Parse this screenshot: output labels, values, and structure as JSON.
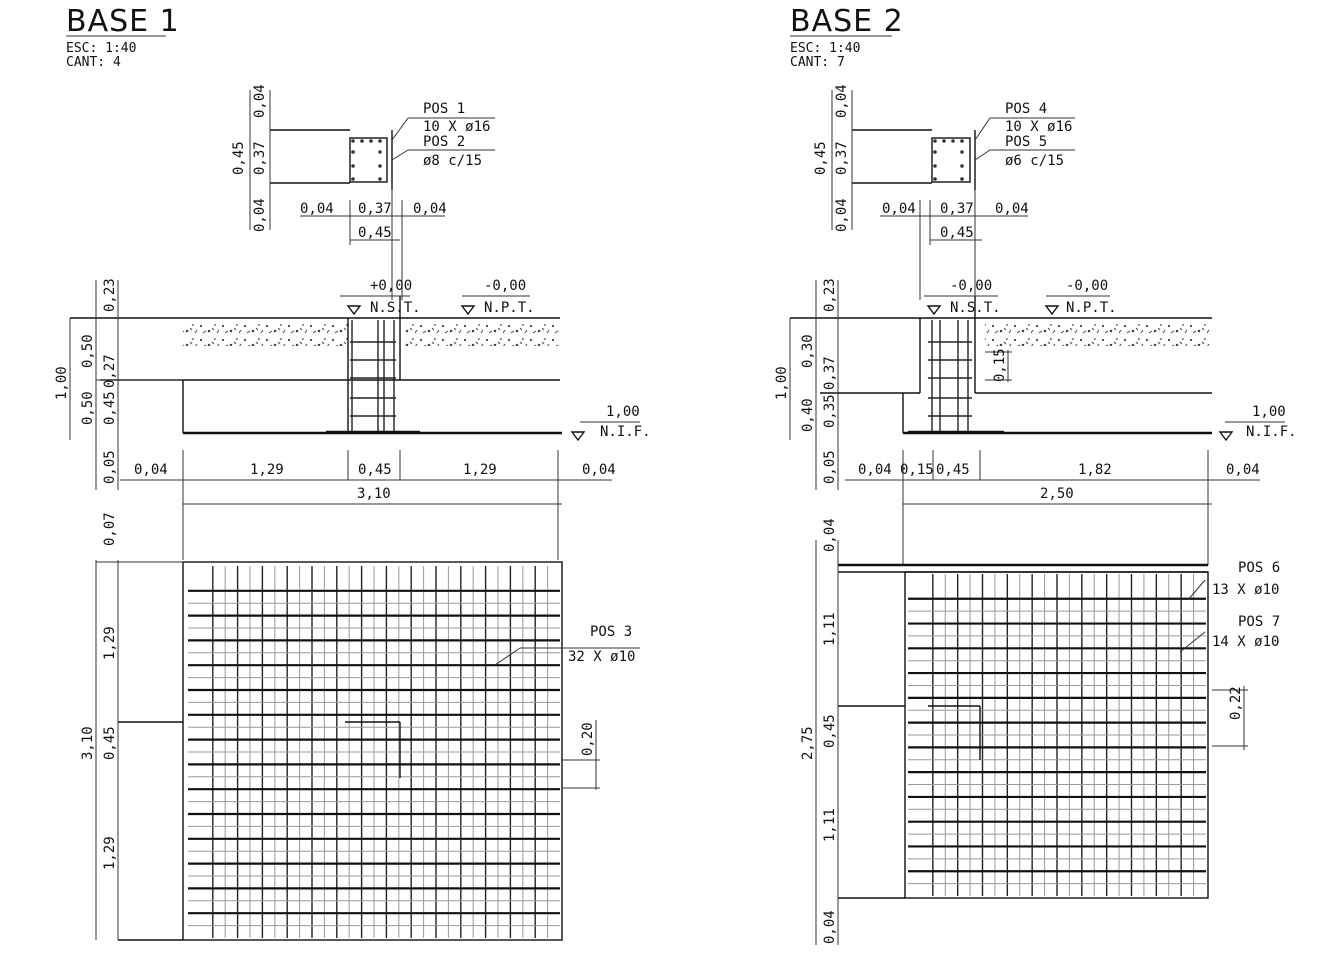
{
  "base1": {
    "title": "BASE 1",
    "esc": "ESC: 1:40",
    "cant": "CANT: 4",
    "column": {
      "pos1_label": "POS 1",
      "pos1_bars": "10 X ø16",
      "pos2_label": "POS 2",
      "pos2_bars": "ø8 c/15",
      "left_outer": "0,45",
      "left_inner": "0,37",
      "top_cover": "0,04",
      "bot_cover": "0,04",
      "w_left": "0,04",
      "w_mid": "0,37",
      "w_right": "0,04",
      "w_total": "0,45"
    },
    "section": {
      "nst_value": "+0,00",
      "nst_label": "N.S.T.",
      "npt_value": "-0,00",
      "npt_label": "N.P.T.",
      "nif_value": "1,00",
      "nif_label": "N.I.F.",
      "v_023": "0,23",
      "v_050": "0,50",
      "v_027": "0,27",
      "v_total": "1,00",
      "v_050b": "0,50",
      "v_045": "0,45",
      "v_005": "0,05",
      "h_004a": "0,04",
      "h_129a": "1,29",
      "h_045": "0,45",
      "h_129b": "1,29",
      "h_004b": "0,04",
      "h_total": "3,10"
    },
    "plan": {
      "v_007": "0,07",
      "v_129a": "1,29",
      "v_total": "3,10",
      "v_045": "0,45",
      "v_129b": "1,29",
      "pos3_label": "POS 3",
      "pos3_bars": "32 X ø10",
      "dim_020": "0,20"
    }
  },
  "base2": {
    "title": "BASE 2",
    "esc": "ESC: 1:40",
    "cant": "CANT: 7",
    "column": {
      "pos4_label": "POS 4",
      "pos4_bars": "10 X ø16",
      "pos5_label": "POS 5",
      "pos5_bars": "ø6 c/15",
      "left_outer": "0,45",
      "left_inner": "0,37",
      "top_cover": "0,04",
      "bot_cover": "0,04",
      "w_left": "0,04",
      "w_mid": "0,37",
      "w_right": "0,04",
      "w_total": "0,45"
    },
    "section": {
      "nst_value": "-0,00",
      "nst_label": "N.S.T.",
      "npt_value": "-0,00",
      "npt_label": "N.P.T.",
      "nif_value": "1,00",
      "nif_label": "N.I.F.",
      "v_023": "0,23",
      "v_030": "0,30",
      "v_037": "0,37",
      "v_total": "1,00",
      "v_040": "0,40",
      "v_035": "0,35",
      "v_005": "0,05",
      "v_015": "0,15",
      "h_004a": "0,04",
      "h_015": "0,15",
      "h_045": "0,45",
      "h_182": "1,82",
      "h_004b": "0,04",
      "h_total": "2,50"
    },
    "plan": {
      "v_004a": "0,04",
      "v_111a": "1,11",
      "v_total": "2,75",
      "v_045": "0,45",
      "v_111b": "1,11",
      "v_004b": "0,04",
      "pos6_label": "POS 6",
      "pos6_bars": "13 X ø10",
      "pos7_label": "POS 7",
      "pos7_bars": "14 X ø10",
      "dim_022": "0,22"
    }
  }
}
